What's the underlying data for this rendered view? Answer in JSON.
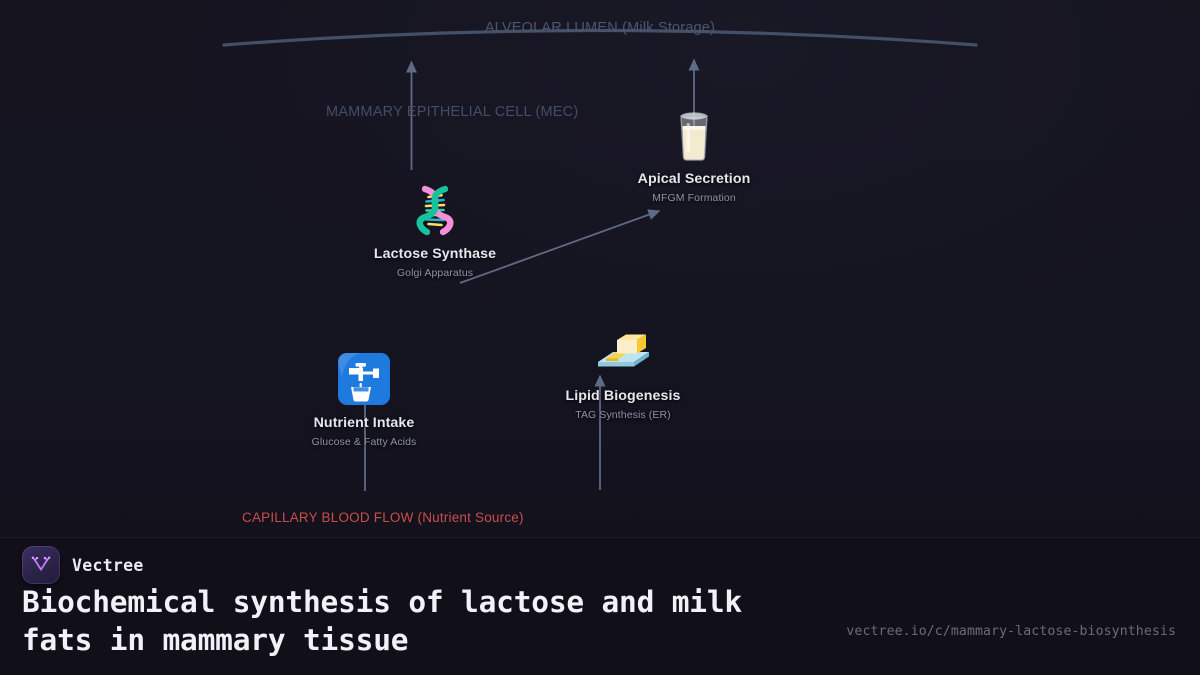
{
  "diagram": {
    "regions": [
      {
        "id": "lumen",
        "label": "ALVEOLAR LUMEN (Milk Storage)",
        "color": "#4d5670"
      },
      {
        "id": "mec",
        "label": "MAMMARY EPITHELIAL CELL (MEC)",
        "color": "#434d66"
      },
      {
        "id": "capillary",
        "label": "CAPILLARY BLOOD FLOW (Nutrient Source)",
        "color": "#d9534f"
      }
    ],
    "nodes": [
      {
        "id": "lactose-synthase",
        "icon": "dna-helix-icon",
        "title": "Lactose Synthase",
        "subtitle": "Golgi Apparatus"
      },
      {
        "id": "apical-secretion",
        "icon": "glass-of-milk-icon",
        "title": "Apical Secretion",
        "subtitle": "MFGM Formation"
      },
      {
        "id": "nutrient-intake",
        "icon": "potable-water-tap-icon",
        "title": "Nutrient Intake",
        "subtitle": "Glucose & Fatty Acids"
      },
      {
        "id": "lipid-biogenesis",
        "icon": "butter-dish-icon",
        "title": "Lipid Biogenesis",
        "subtitle": "TAG Synthesis (ER)"
      }
    ],
    "edge_color": "#5f6a84",
    "membrane_color": "#46536b"
  },
  "footer": {
    "brand": "Vectree",
    "headline": "Biochemical synthesis of lactose and milk fats in mammary tissue",
    "url": "vectree.io/c/mammary-lactose-biosynthesis",
    "logo_icon": "vectree-branch-logo-icon"
  }
}
